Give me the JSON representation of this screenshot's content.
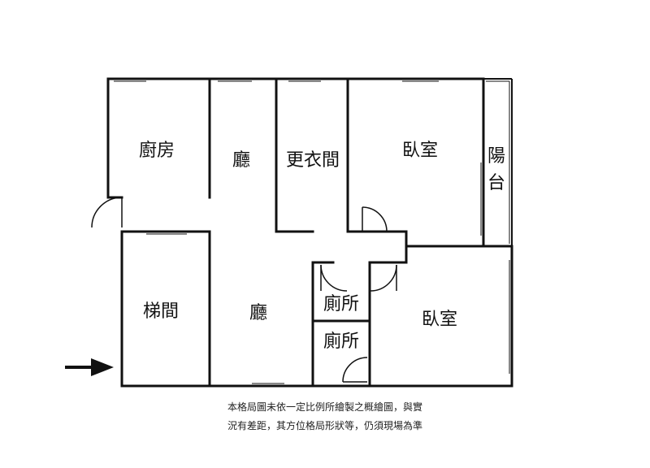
{
  "rooms": {
    "kitchen": "廚房",
    "hall_upper": "廳",
    "dressing": "更衣間",
    "bedroom_upper": "臥室",
    "balcony_line1": "陽",
    "balcony_line2": "台",
    "stairs": "梯間",
    "hall_lower": "廳",
    "bath_upper": "廁所",
    "bath_lower": "廁所",
    "bedroom_lower": "臥室"
  },
  "disclaimer": {
    "line1": "本格局圖未依一定比例所繪製之概繪圖，與實",
    "line2": "況有差距，其方位格局形狀等，仍須現場為準"
  },
  "icons": {
    "entrance": "entrance-arrow-icon"
  },
  "colors": {
    "wall": "#111111",
    "background": "#ffffff"
  }
}
